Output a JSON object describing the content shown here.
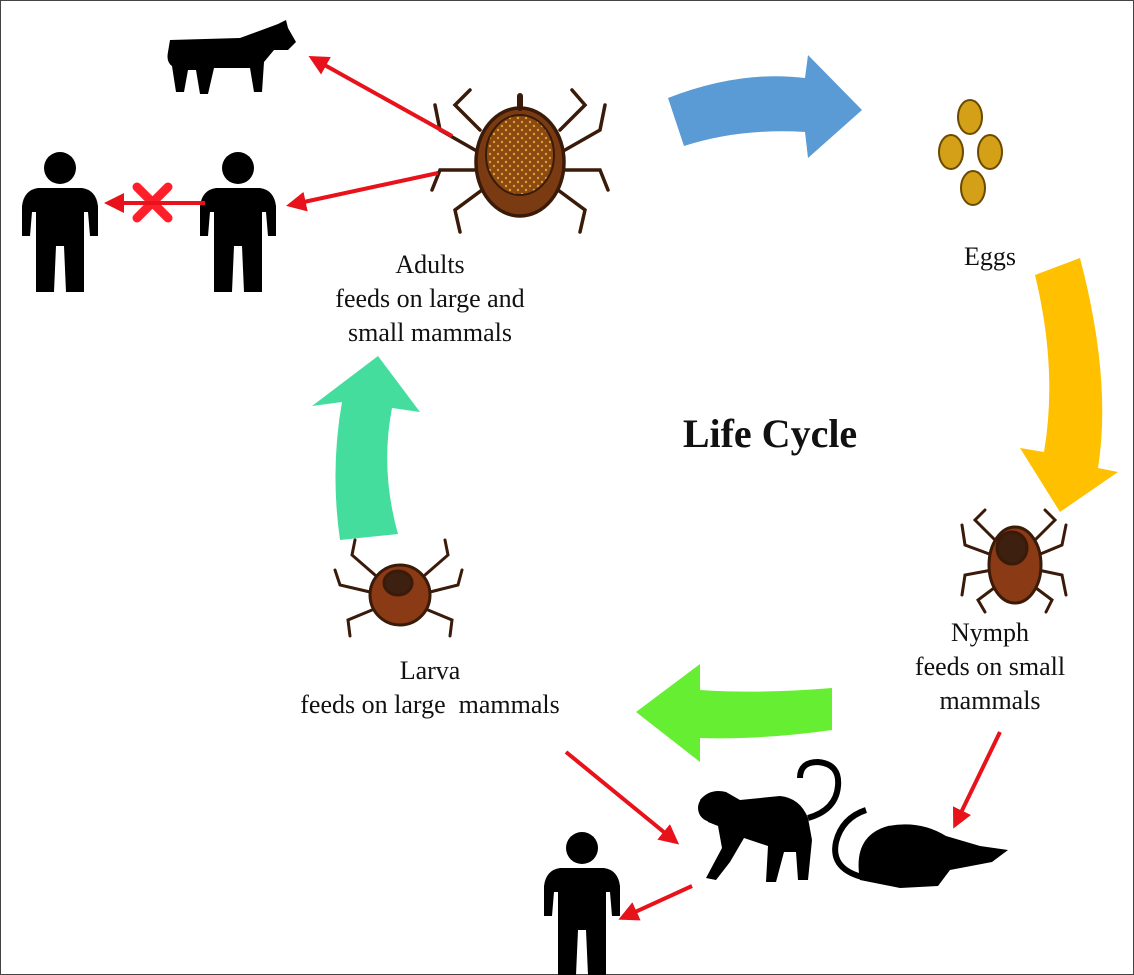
{
  "diagram": {
    "title": "Life Cycle",
    "stages": {
      "adults": {
        "line1": "Adults",
        "line2": "feeds on large and",
        "line3": "small mammals"
      },
      "eggs": {
        "line1": "Eggs"
      },
      "nymph": {
        "line1": "Nymph",
        "line2": "feeds on small",
        "line3": "mammals"
      },
      "larva": {
        "line1": "Larva",
        "line2": "feeds on large  mammals"
      }
    },
    "colors": {
      "arrow_adults_to_eggs": "#5b9bd5",
      "arrow_eggs_to_nymph": "#ffc000",
      "arrow_nymph_to_larva": "#66ee33",
      "arrow_larva_to_adults": "#44dd9e",
      "host_arrow": "#e8121b",
      "blocked_cross": "#ff1f2a",
      "egg": "#d4a017",
      "tick": "#7a3b12",
      "silhouette": "#000000"
    }
  }
}
